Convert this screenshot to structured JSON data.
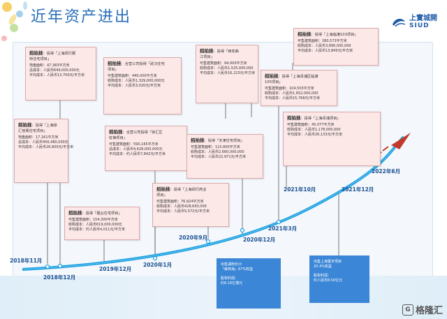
{
  "title": "近年资产进出",
  "brand": {
    "cn": "上實城開",
    "en": "SIUD"
  },
  "cards": [
    {
      "hdr_bold": "招拍挂",
      "hdr_rest": "：投得「上海闵行颛\n桥住宅项目」",
      "lines": [
        "地盘面积：47,383平方米",
        "总成本：人民币649,000,000元",
        "平均成本：人民币13,700元/平方米"
      ]
    },
    {
      "hdr_bold": "招拍挂",
      "hdr_rest": "：投得「上海徐\n汇桂箐住宅项目」",
      "lines": [
        "地盘面积：17,161平方米",
        "总成本：人民币456,480,000元",
        "平均成本：人民币26,600元/平方米"
      ]
    },
    {
      "hdr_bold": "招拍挂",
      "hdr_rest": "：合营公司投得「武汉住宅\n项目」",
      "lines": [
        "可售建筑面积：440,000平方米",
        "收购成本：人民币1,329,000,000元",
        "平均成本：人民币3,020元/平方米"
      ]
    },
    {
      "hdr_bold": "招拍挂",
      "hdr_rest": "：合营公司投得「徐汇区\n虹梅项目」",
      "lines": [
        "可售建筑面积：590,165平方米",
        "总成本：人民币4,628,000,000元",
        "平均成本：约人民币7,842元/平方米"
      ]
    },
    {
      "hdr_bold": "招拍挂",
      "hdr_rest": "：投得「烟台住宅项目」",
      "lines": [
        "可售建筑面积：154,300平方米",
        "收购成本：人民币619,000,000元",
        "平均成本：约人民币4,011元/平方米"
      ]
    },
    {
      "hdr_bold": "招拍挂",
      "hdr_rest": "：投得「上海闵行商业\n项目」",
      "lines": [
        "可售建筑面积：76,924平方米",
        "收购成本：人民币428,650,000",
        "平均成本：人民币5,572元/平方米"
      ]
    },
    {
      "hdr_bold": "招拍挂",
      "hdr_rest": "：投得「西安曲\n江项目」",
      "lines": [
        "可售建筑面积：94,000平方米",
        "收购成本：人民币1,525,000,000",
        "平均成本：人民币16,223元/平方米"
      ]
    },
    {
      "hdr_bold": "招拍挂",
      "hdr_rest": "：投得「天津住宅项目」",
      "lines": [
        "可售建筑面积：115,800平方米",
        "收购成本：人民币2,660,000,000",
        "平均成本：人民币22,971元/平方米"
      ]
    },
    {
      "hdr_bold": "招拍挂",
      "hdr_rest": "：投得「上海青浦区临港\n105项目」",
      "lines": [
        "可售建筑面积：104,503平方米",
        "收购成本：人民币1,652,000,000",
        "平均成本：人民币15,768元/平方米"
      ]
    },
    {
      "hdr_bold": "招拍挂",
      "hdr_rest": "：投得「上海临港103项目」",
      "lines": [
        "可售建筑面积：280,573平方米",
        "收购成本：人民币3,890,000,000",
        "平均成本：人民币13,845元/平方米"
      ]
    },
    {
      "hdr_bold": "招拍挂",
      "hdr_rest": "：投得「上海青浦项目」",
      "lines": [
        "可售建筑面积：45,077平方米",
        "收购成本：人民币1,178,000,000",
        "平均成本：人民币26,133元/平方米"
      ]
    }
  ],
  "blue_cards": [
    {
      "lines": [
        "出售湖南长沙",
        "「森林海」67%权益",
        "",
        "股权利润：",
        "约6.16亿港元"
      ]
    },
    {
      "lines": [
        "出售上海置宇项目",
        "20.4%权益",
        "",
        "股权利润：",
        "约人民币8.50亿元"
      ]
    }
  ],
  "dates": [
    "2018年11月",
    "2018年12月",
    "2019年12月",
    "2020年1月",
    "2020年9月",
    "2020年12月",
    "2021年3月",
    "2021年10月",
    "2021年12月",
    "2022年6月"
  ],
  "watermark": "格隆汇",
  "colors": {
    "title": "#2a6fb8",
    "arrow": "#1ea0e0",
    "card_bg": "#fde8e8",
    "card_border": "#d9a8a8",
    "blue_card": "#3b86d6",
    "arrow_head": "#c0392b"
  }
}
